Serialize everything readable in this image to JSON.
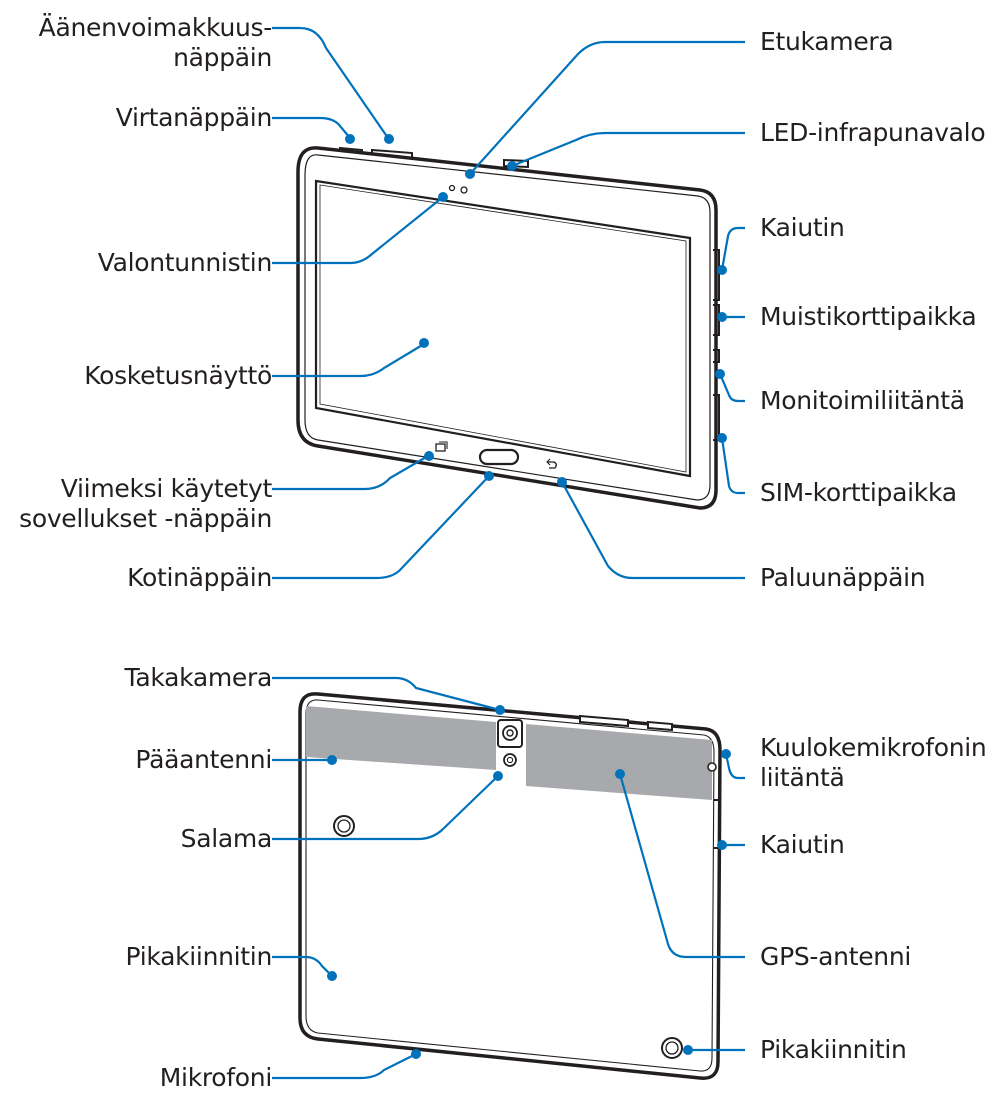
{
  "colors": {
    "callout": "#0072bc",
    "device_outline": "#231f20",
    "antenna_band": "#a7a9ac",
    "text": "#231f20"
  },
  "front_labels": {
    "volume_key": "Äänenvoimakkuus-",
    "volume_key_2": "näppäin",
    "power_key": "Virtanäppäin",
    "light_sensor": "Valontunnistin",
    "touchscreen": "Kosketusnäyttö",
    "recent_apps_key": "Viimeksi käytetyt",
    "recent_apps_key_2": "sovellukset -näppäin",
    "home_key": "Kotinäppäin",
    "front_camera": "Etukamera",
    "ir_led": "LED-infrapunavalo",
    "speaker": "Kaiutin",
    "memory_card_slot": "Muistikorttipaikka",
    "multipurpose_jack": "Monitoimiliitäntä",
    "sim_card_slot": "SIM-korttipaikka",
    "back_key": "Paluunäppäin"
  },
  "back_labels": {
    "rear_camera": "Takakamera",
    "main_antenna": "Pääantenni",
    "flash": "Salama",
    "quick_connector_left": "Pikakiinnitin",
    "microphone": "Mikrofoni",
    "headset_jack": "Kuulokemikrofonin",
    "headset_jack_2": "liitäntä",
    "speaker": "Kaiutin",
    "gps_antenna": "GPS-antenni",
    "quick_connector_right": "Pikakiinnitin"
  }
}
